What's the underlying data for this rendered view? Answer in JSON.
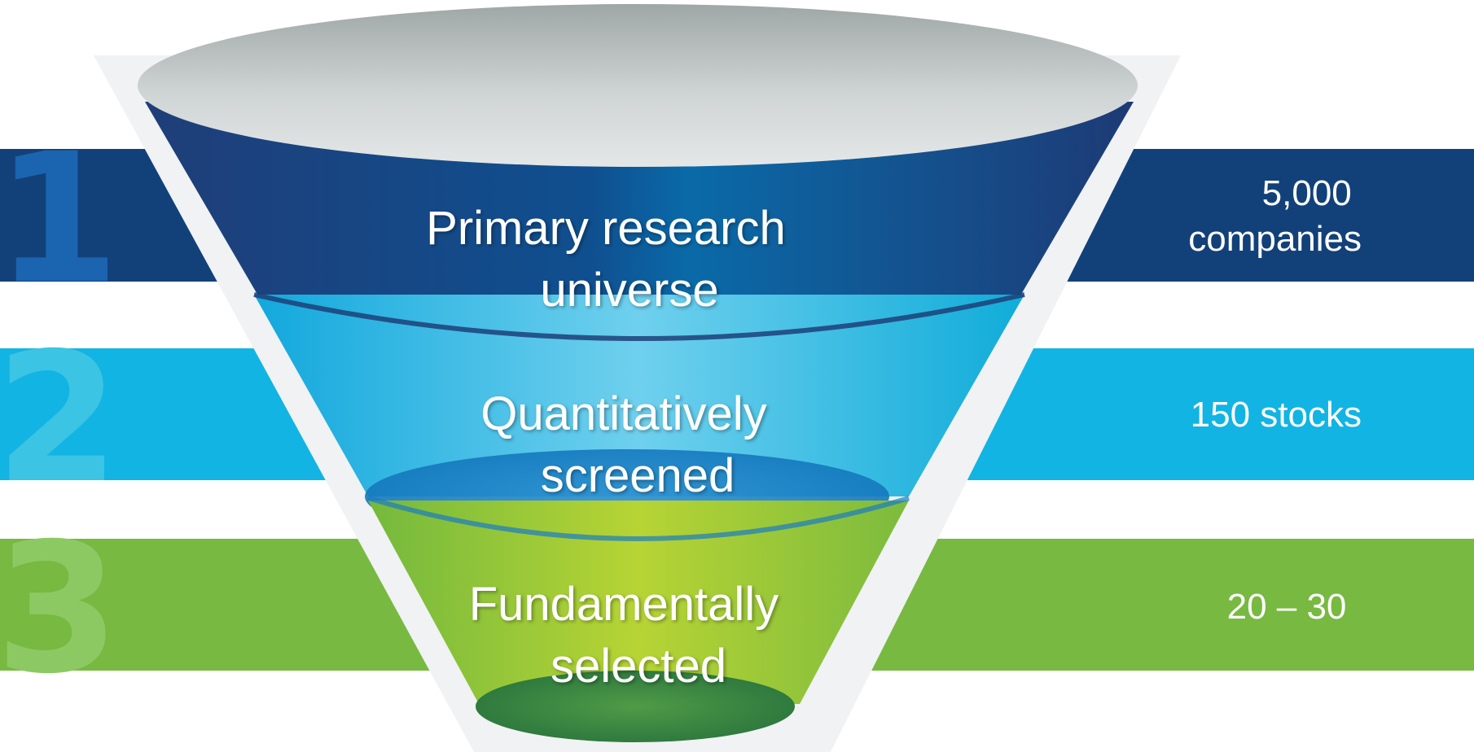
{
  "colors": {
    "band_1": "#12417a",
    "band_2": "#12b4e3",
    "band_3": "#77b941",
    "number_1": "#1b64b0",
    "number_2": "#3cc4e4",
    "number_3": "#8cc963",
    "funnel_rim": "#c9cfcf",
    "funnel_outline": "#f0f2f3"
  },
  "stages": [
    {
      "number": "1",
      "label_lines": [
        "Primary research",
        "universe"
      ],
      "count_lines": [
        "5,000",
        "companies"
      ]
    },
    {
      "number": "2",
      "label_lines": [
        "Quantitatively",
        "screened"
      ],
      "count_lines": [
        "150 stocks"
      ]
    },
    {
      "number": "3",
      "label_lines": [
        "Fundamentally",
        "selected"
      ],
      "count_lines": [
        "20 – 30"
      ]
    }
  ]
}
